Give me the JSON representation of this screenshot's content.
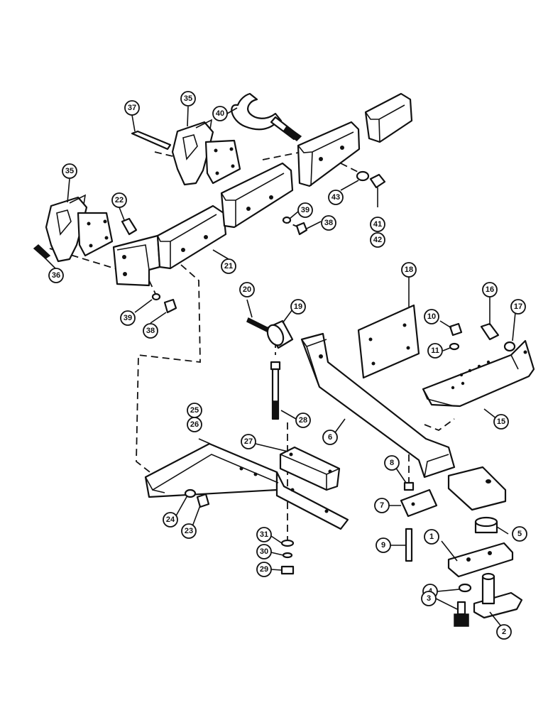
{
  "callouts": [
    {
      "id": "c1",
      "label": "1"
    },
    {
      "id": "c2",
      "label": "2"
    },
    {
      "id": "c3",
      "label": "3"
    },
    {
      "id": "c4",
      "label": "4"
    },
    {
      "id": "c5",
      "label": "5"
    },
    {
      "id": "c6",
      "label": "6"
    },
    {
      "id": "c7",
      "label": "7"
    },
    {
      "id": "c8",
      "label": "8"
    },
    {
      "id": "c9",
      "label": "9"
    },
    {
      "id": "c10",
      "label": "10"
    },
    {
      "id": "c11",
      "label": "11"
    },
    {
      "id": "c15",
      "label": "15"
    },
    {
      "id": "c16",
      "label": "16"
    },
    {
      "id": "c17",
      "label": "17"
    },
    {
      "id": "c18",
      "label": "18"
    },
    {
      "id": "c19",
      "label": "19"
    },
    {
      "id": "c20",
      "label": "20"
    },
    {
      "id": "c21",
      "label": "21"
    },
    {
      "id": "c22",
      "label": "22"
    },
    {
      "id": "c23",
      "label": "23"
    },
    {
      "id": "c24",
      "label": "24"
    },
    {
      "id": "c25",
      "label": "25"
    },
    {
      "id": "c26",
      "label": "26"
    },
    {
      "id": "c27",
      "label": "27"
    },
    {
      "id": "c28",
      "label": "28"
    },
    {
      "id": "c29",
      "label": "29"
    },
    {
      "id": "c30",
      "label": "30"
    },
    {
      "id": "c31",
      "label": "31"
    },
    {
      "id": "c35a",
      "label": "35"
    },
    {
      "id": "c35b",
      "label": "35"
    },
    {
      "id": "c36",
      "label": "36"
    },
    {
      "id": "c37",
      "label": "37"
    },
    {
      "id": "c38a",
      "label": "38"
    },
    {
      "id": "c38b",
      "label": "38"
    },
    {
      "id": "c39a",
      "label": "39"
    },
    {
      "id": "c39b",
      "label": "39"
    },
    {
      "id": "c40",
      "label": "40"
    },
    {
      "id": "c41",
      "label": "41"
    },
    {
      "id": "c42",
      "label": "42"
    },
    {
      "id": "c43",
      "label": "43"
    }
  ]
}
